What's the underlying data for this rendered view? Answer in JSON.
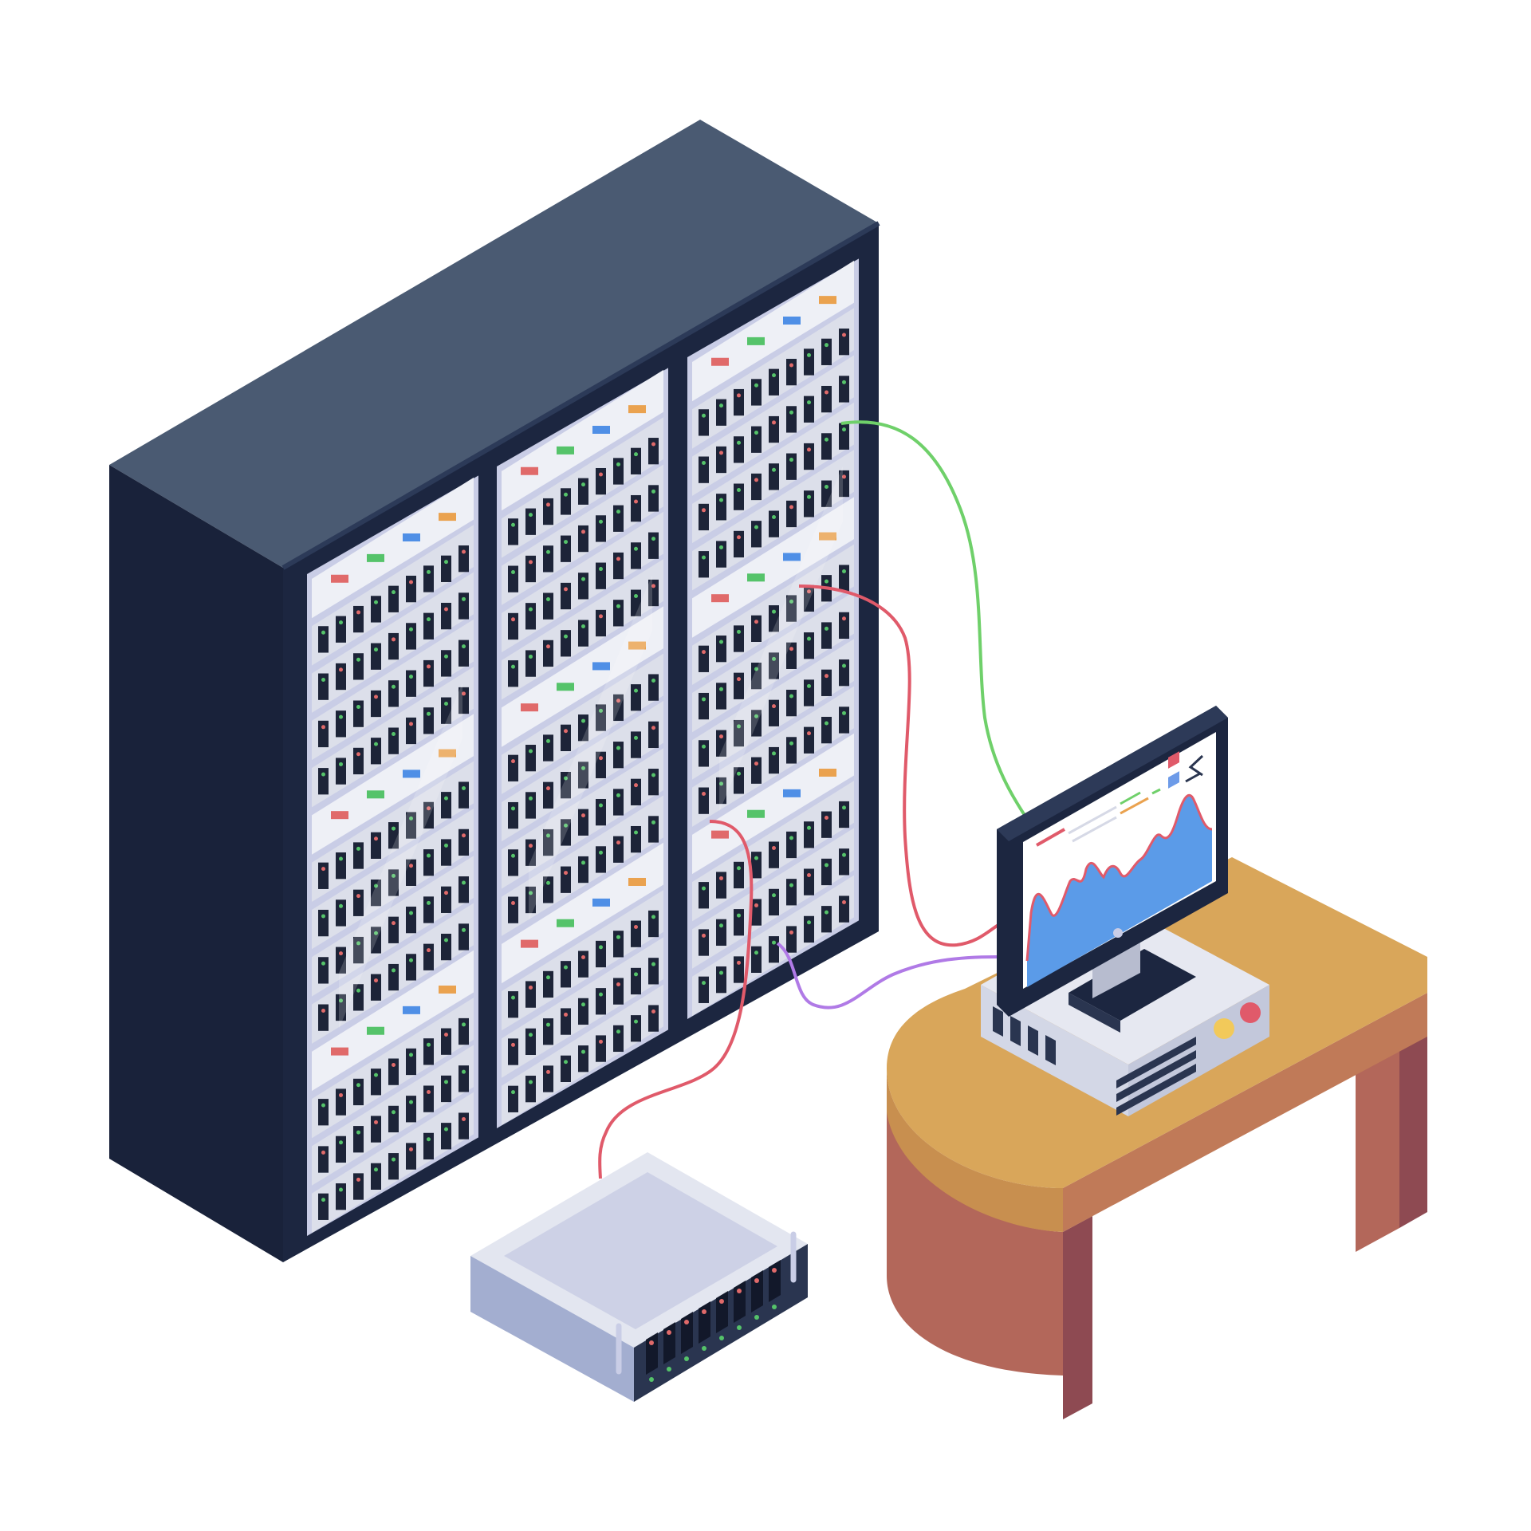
{
  "scene": {
    "subject": "server-room",
    "objects": [
      "server-cabinet",
      "rack-server",
      "desk",
      "monitor",
      "desktop-computer",
      "network-cables"
    ]
  },
  "colors": {
    "background": "#ffffff",
    "cabinet_top": "#4a5a72",
    "cabinet_side": "#19223a",
    "cabinet_front_frame": "#1c2640",
    "door_panel": "#c9cde6",
    "drive_dark": "#1d2438",
    "drive_slot": "#dcdfea",
    "led_green": "#55c36a",
    "led_red": "#e06a6a",
    "led_blue": "#4f8fe6",
    "led_orange": "#eaa24f",
    "cable_green": "#6fd06a",
    "cable_red": "#e05a6a",
    "cable_purple": "#b07ae6",
    "desk_top": "#d9a65a",
    "desk_front": "#b3675a",
    "desk_leg": "#8e4a52",
    "monitor_frame": "#1c2640",
    "chart_fill": "#5b9be8",
    "pc_case": "#d9dce8"
  }
}
